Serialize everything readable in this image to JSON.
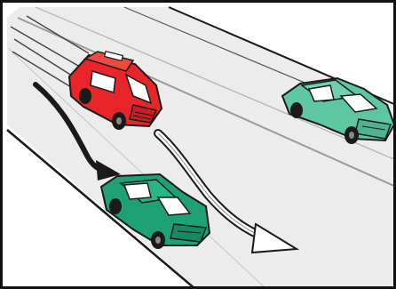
{
  "illustration": {
    "subject": "traffic-scene",
    "vehicles": [
      {
        "kind": "emergency-vehicle",
        "color": "#e8262a",
        "motion": "approaching-from-behind"
      },
      {
        "kind": "car",
        "color": "#1fa176",
        "motion": "pulling-over-right"
      },
      {
        "kind": "car",
        "color": "#5ec7a2",
        "motion": "parked-on-median-side"
      }
    ],
    "arrows": [
      {
        "kind": "path-arrow",
        "style": "solid",
        "color": "#1a1a1a"
      },
      {
        "kind": "path-arrow",
        "style": "outlined",
        "color": "#ffffff"
      }
    ],
    "colors": {
      "road": "#ececec",
      "lane_line": "#9a9a9a",
      "outline": "#1a1a1a",
      "frame": "#111111"
    }
  }
}
